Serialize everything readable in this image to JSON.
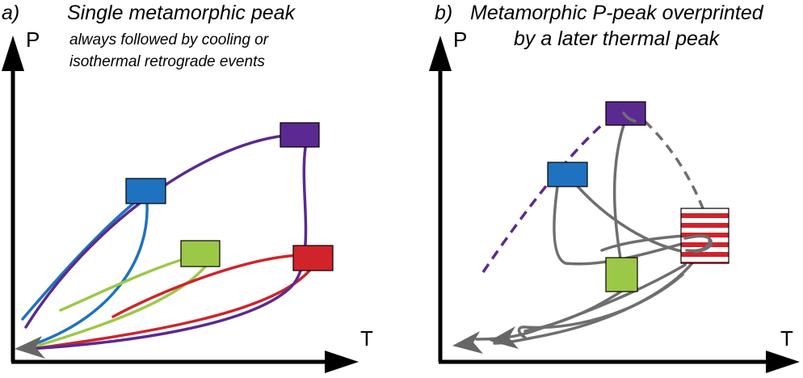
{
  "panel_a": {
    "letter": "a)",
    "title": "Single metamorphic peak",
    "subtitle_line1": "always followed by cooling or",
    "subtitle_line2": "isothermal retrograde events",
    "y_axis": "P",
    "x_axis": "T"
  },
  "panel_b": {
    "letter": "b)",
    "title_line1": "Metamorphic P-peak overprinted",
    "title_line2": "by a later thermal peak",
    "y_axis": "P",
    "x_axis": "T"
  },
  "colors": {
    "purple": "#5b2a90",
    "blue": "#1f72bf",
    "green": "#9cc848",
    "red": "#d0232a",
    "gray": "#6e6e6e",
    "axis": "#000000"
  }
}
